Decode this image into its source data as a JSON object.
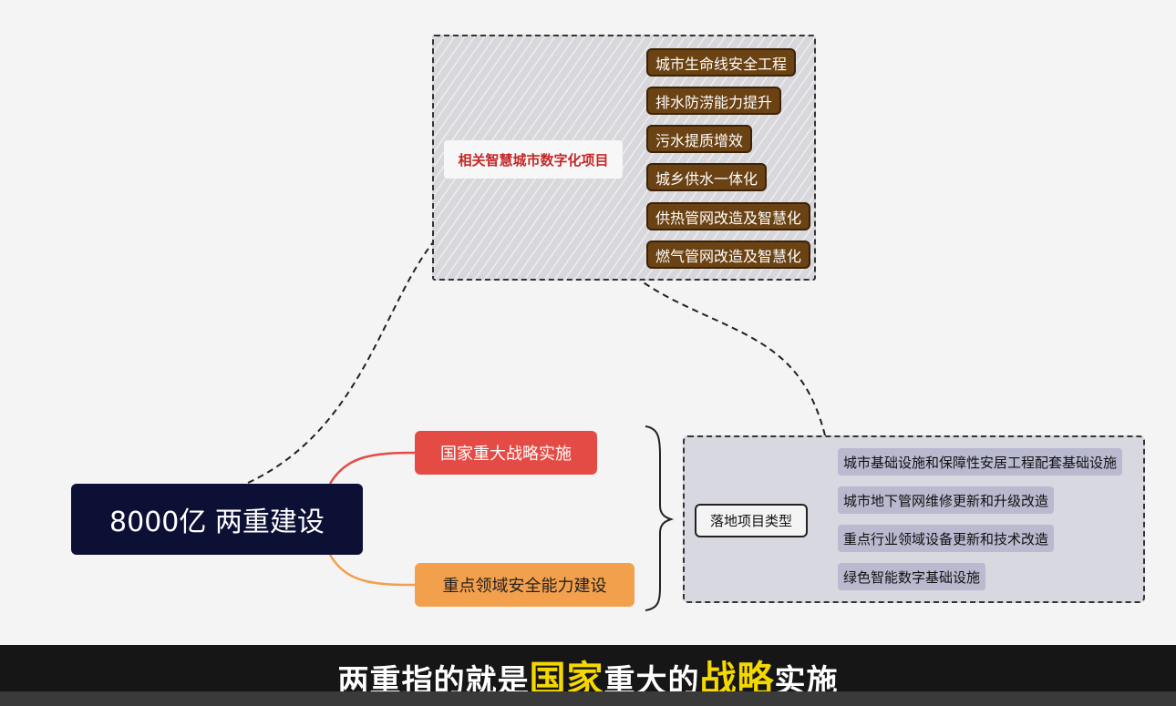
{
  "colors": {
    "root_bg": "#0d1035",
    "red_branch": "#e54b45",
    "orange_branch": "#f3a04d",
    "brown_node": "#6b4213",
    "top_root_text": "#c62828",
    "subtitle_highlight": "#f5d800"
  },
  "root": {
    "label": "8000亿 两重建设"
  },
  "branches": {
    "national": {
      "label": "国家重大战略实施"
    },
    "security": {
      "label": "重点领域安全能力建设"
    }
  },
  "top_box": {
    "root_label": "相关智慧城市数字化项目",
    "items": [
      {
        "label": "城市生命线安全工程"
      },
      {
        "label": "排水防涝能力提升"
      },
      {
        "label": "污水提质增效"
      },
      {
        "label": "城乡供水一体化"
      },
      {
        "label": "供热管网改造及智慧化"
      },
      {
        "label": "燃气管网改造及智慧化"
      }
    ]
  },
  "bottom_box": {
    "root_label": "落地项目类型",
    "items": [
      {
        "label": "城市基础设施和保障性安居工程配套基础设施"
      },
      {
        "label": "城市地下管网维修更新和升级改造"
      },
      {
        "label": "重点行业领域设备更新和技术改造"
      },
      {
        "label": "绿色智能数字基础设施"
      }
    ]
  },
  "subtitle": {
    "part1": "两重指的就是",
    "hl1": "国家",
    "part2": "重大的",
    "hl2": "战略",
    "part3": "实施"
  }
}
